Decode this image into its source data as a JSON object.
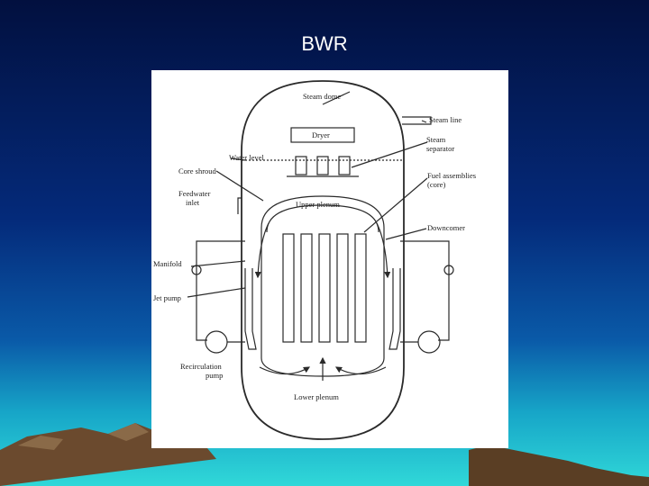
{
  "slide": {
    "title": "BWR"
  },
  "diagram": {
    "labels": {
      "steam_dome": "Steam dome",
      "steam_line": "Steam line",
      "dryer": "Dryer",
      "steam_separator_1": "Steam",
      "steam_separator_2": "separator",
      "water_level": "Water level",
      "core_shroud": "Core shroud",
      "fuel_assemblies_1": "Fuel assemblies",
      "fuel_assemblies_2": "(core)",
      "feedwater_inlet_1": "Feedwater",
      "feedwater_inlet_2": "inlet",
      "upper_plenum": "Upper plenum",
      "downcomer": "Downcomer",
      "manifold": "Manifold",
      "jet_pump": "Jet pump",
      "recirculation_pump_1": "Recirculation",
      "recirculation_pump_2": "pump",
      "lower_plenum": "Lower plenum"
    },
    "colors": {
      "line": "#2a2a2a",
      "background": "#ffffff"
    }
  }
}
